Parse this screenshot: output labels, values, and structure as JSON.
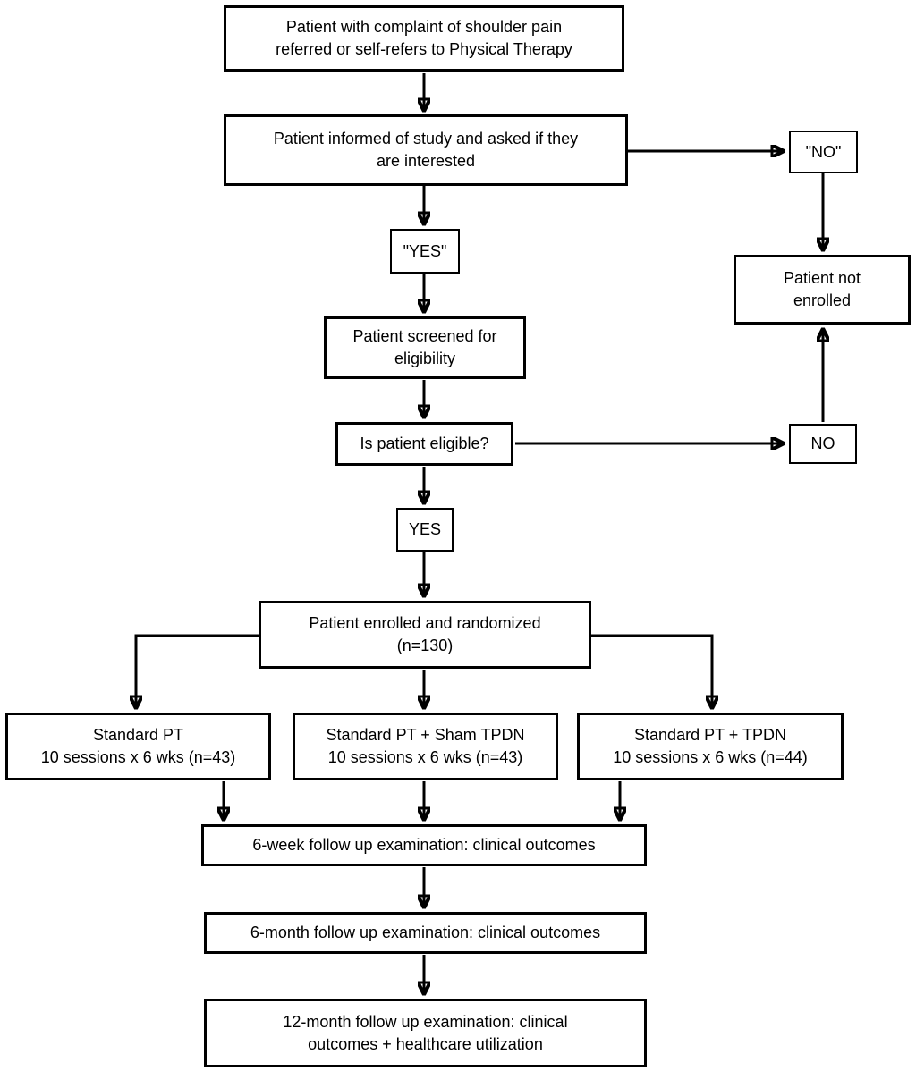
{
  "colors": {
    "line": "#000000",
    "box_background": "#ffffff",
    "text": "#000000",
    "page_background": "#ffffff"
  },
  "flowchart": {
    "nodes": {
      "complaint": {
        "line1": "Patient with complaint of shoulder pain",
        "line2": "referred or self-refers to Physical Therapy"
      },
      "informed": {
        "line1": "Patient informed of study and asked if they",
        "line2": "are interested"
      },
      "no_response": {
        "label": "\"NO\""
      },
      "not_enrolled": {
        "line1": "Patient not",
        "line2": "enrolled"
      },
      "yes_response": {
        "label": "\"YES\""
      },
      "screened": {
        "line1": "Patient screened for",
        "line2": "eligibility"
      },
      "eligible_question": {
        "label": "Is patient eligible?"
      },
      "not_eligible": {
        "label": "NO"
      },
      "eligible": {
        "label": "YES"
      },
      "randomized": {
        "line1": "Patient enrolled and randomized",
        "line2": "(n=130)"
      },
      "arm_standard_pt": {
        "line1": "Standard PT",
        "line2": "10 sessions x 6 wks (n=43)"
      },
      "arm_sham_tpdn": {
        "line1": "Standard PT + Sham TPDN",
        "line2": "10 sessions x 6 wks (n=43)"
      },
      "arm_tpdn": {
        "line1": "Standard PT + TPDN",
        "line2": "10 sessions x 6 wks (n=44)"
      },
      "followup_6_week": {
        "label": "6-week follow up examination: clinical outcomes"
      },
      "followup_6_month": {
        "label": "6-month follow up examination: clinical outcomes"
      },
      "followup_12_month": {
        "line1": "12-month follow up examination: clinical",
        "line2": "outcomes + healthcare utilization"
      }
    }
  }
}
